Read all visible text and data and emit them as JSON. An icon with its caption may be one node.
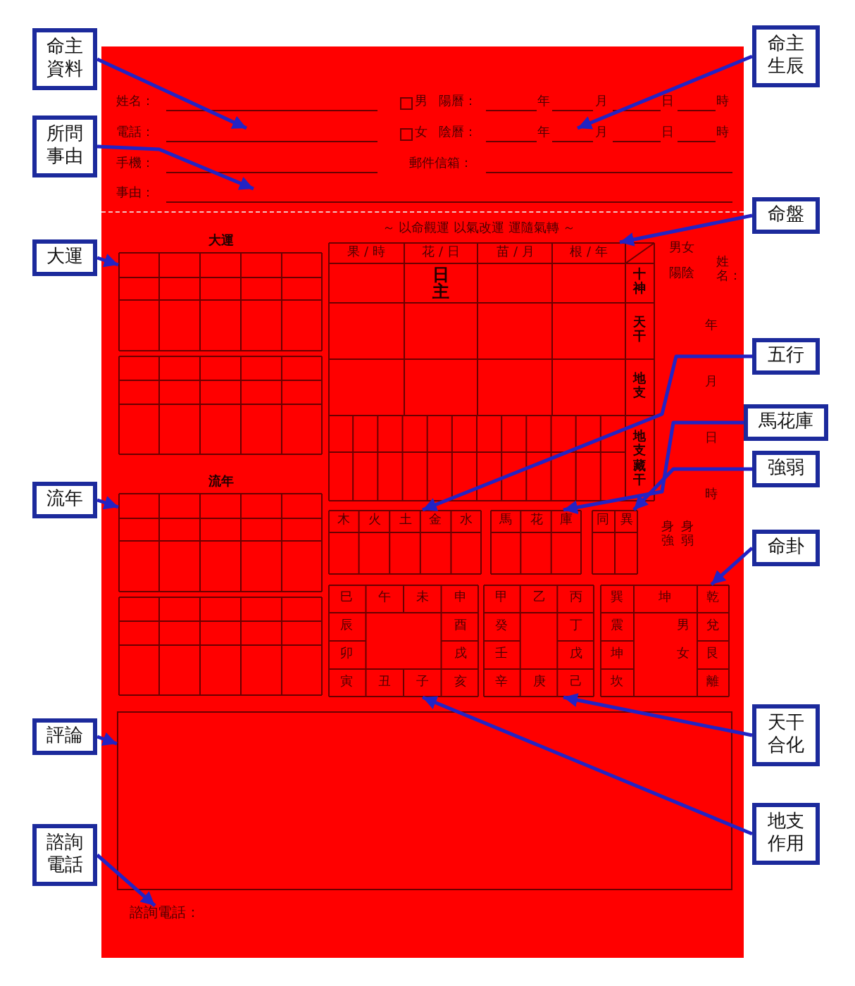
{
  "diagram": {
    "nodes": [
      {
        "text": [
          "命主資料"
        ]
      },
      {
        "text": [
          "命主生辰"
        ]
      },
      {
        "text": [
          "所問事由"
        ]
      },
      {
        "text": [
          "大運"
        ]
      },
      {
        "text": [
          "命盤"
        ]
      },
      {
        "text": [
          "五行"
        ]
      },
      {
        "text": [
          "馬花庫"
        ]
      },
      {
        "text": [
          "強弱"
        ]
      },
      {
        "text": [
          "流年"
        ]
      },
      {
        "text": [
          "命卦"
        ]
      },
      {
        "text": [
          "天干合化"
        ]
      },
      {
        "text": [
          "評論"
        ]
      },
      {
        "text": [
          "地支作用"
        ]
      },
      {
        "text": [
          "諮詢電話"
        ]
      },
      {
        "text": [],
        "shape": "box"
      },
      {
        "text": [],
        "shape": "box"
      },
      {
        "text": [],
        "shape": "box"
      },
      {
        "text": [],
        "shape": "box"
      },
      {
        "text": [],
        "shape": "box"
      },
      {
        "text": [],
        "shape": "box"
      },
      {
        "text": [],
        "shape": "box"
      },
      {
        "text": [],
        "shape": "box"
      },
      {
        "text": [],
        "shape": "box"
      },
      {
        "text": [],
        "shape": "box"
      },
      {
        "text": [],
        "shape": "box"
      },
      {
        "text": [],
        "shape": "box"
      },
      {
        "text": [],
        "shape": "box"
      },
      {
        "text": [
          "諮詢電話："
        ]
      }
    ],
    "edges": [
      {
        "from": 0,
        "to": 14,
        "arrow": "to"
      },
      {
        "from": 1,
        "to": 15,
        "arrow": "to"
      },
      {
        "from": 2,
        "to": 16,
        "arrow": "to"
      },
      {
        "from": 3,
        "to": 17,
        "arrow": "to"
      },
      {
        "from": 4,
        "to": 18,
        "arrow": "to"
      },
      {
        "from": 5,
        "to": 19,
        "arrow": "to"
      },
      {
        "from": 6,
        "to": 20,
        "arrow": "to"
      },
      {
        "from": 7,
        "to": 21,
        "arrow": "to"
      },
      {
        "from": 8,
        "to": 22,
        "arrow": "to"
      },
      {
        "from": 9,
        "to": 23,
        "arrow": "to"
      },
      {
        "from": 10,
        "to": 24,
        "arrow": "to"
      },
      {
        "from": 11,
        "to": 25,
        "arrow": "to"
      },
      {
        "from": 12,
        "to": 26,
        "arrow": "to"
      },
      {
        "from": 13,
        "to": 27,
        "arrow": "to"
      }
    ],
    "labels": [
      "姓名：",
      "男",
      "陽曆：",
      "年",
      "月",
      "日",
      "時",
      "電話：",
      "女",
      "陰曆：",
      "年",
      "月",
      "日",
      "時",
      "手機：",
      "郵件信箱：",
      "事由：",
      "～ 以命觀運 以氣改運 運隨氣轉 ～",
      "大運",
      "果 / 時",
      "花 / 日",
      "苗 / 月",
      "根 / 年",
      "日主",
      "十神",
      "天干",
      "地支",
      "地支藏干",
      "男女",
      "陽陰",
      "姓名：",
      "年",
      "月",
      "日",
      "時",
      "流年",
      "木",
      "火",
      "土",
      "金",
      "水",
      "馬",
      "花",
      "庫",
      "同",
      "異",
      "身強",
      "身弱",
      "巳",
      "午",
      "未",
      "申",
      "辰",
      "酉",
      "卯",
      "戌",
      "寅",
      "丑",
      "子",
      "亥",
      "甲",
      "乙",
      "丙",
      "癸",
      "丁",
      "壬",
      "戊",
      "辛",
      "庚",
      "己",
      "巽",
      "坤",
      "乾",
      "震",
      "男",
      "兌",
      "坤",
      "女",
      "艮",
      "坎",
      "離"
    ]
  }
}
